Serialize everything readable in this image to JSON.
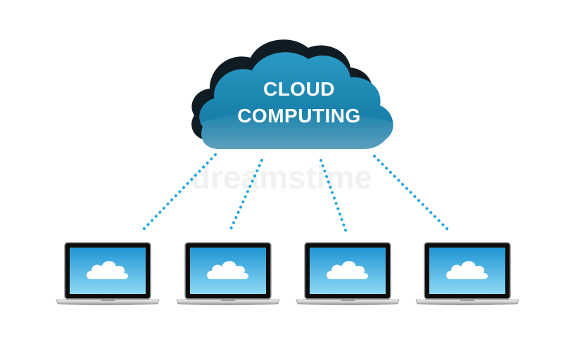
{
  "cloud": {
    "line1": "CLOUD",
    "line2": "COMPUTING",
    "color": "#1d86b0",
    "highlight": "#6cc4e4",
    "shadow": "#0f1c24"
  },
  "screen_colors": {
    "top": "#1e95d4",
    "bottom": "#8fdaf5"
  },
  "connector": {
    "color": "#1aa7dd",
    "style": "dotted"
  },
  "laptops": [
    {
      "icon": "cloud-icon"
    },
    {
      "icon": "cloud-icon"
    },
    {
      "icon": "cloud-icon"
    },
    {
      "icon": "cloud-icon"
    }
  ],
  "watermark": {
    "text": "dreamstime"
  }
}
